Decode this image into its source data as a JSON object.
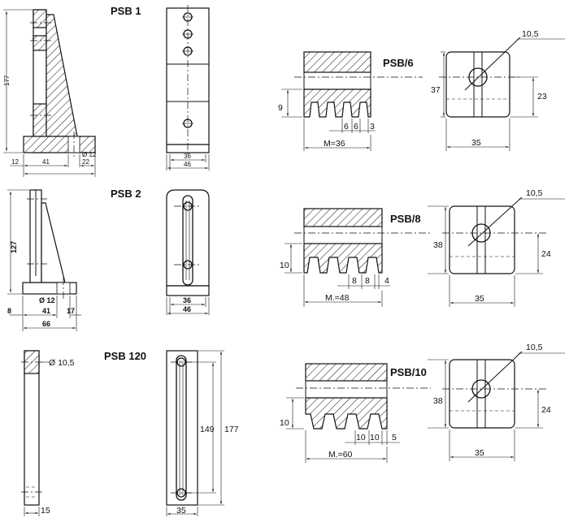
{
  "parts": {
    "psb1": {
      "title": "PSB 1",
      "dims": {
        "height": "177",
        "base_left": "12",
        "base_mid": "41",
        "base_right": "22",
        "hole": "Ø 12",
        "width_inner": "36",
        "width_outer": "46"
      }
    },
    "psb2": {
      "title": "PSB 2",
      "dims": {
        "height": "127",
        "base_left": "8",
        "base_mid": "41",
        "base_right": "17",
        "base_total": "66",
        "hole": "Ø 12",
        "width_inner": "36",
        "width_outer": "46"
      }
    },
    "psb120": {
      "title": "PSB 120",
      "dims": {
        "hole": "Ø 10,5",
        "thickness": "15",
        "height_inner": "149",
        "height_total": "177",
        "width": "35"
      }
    },
    "psb6": {
      "title": "PSB/6",
      "dims": {
        "tooth_height": "9",
        "pitch_a": "6",
        "pitch_b": "6",
        "edge": "3",
        "module": "M=36",
        "hole": "10,5",
        "height": "37",
        "offset": "23",
        "width": "35"
      }
    },
    "psb8": {
      "title": "PSB/8",
      "dims": {
        "tooth_height": "10",
        "pitch_a": "8",
        "pitch_b": "8",
        "edge": "4",
        "module": "M.=48",
        "hole": "10,5",
        "height": "38",
        "offset": "24",
        "width": "35"
      }
    },
    "psb10": {
      "title": "PSB/10",
      "dims": {
        "tooth_height": "10",
        "pitch_a": "10",
        "pitch_b": "10",
        "edge": "5",
        "module": "M.=60",
        "hole": "10,5",
        "height": "38",
        "offset": "24",
        "width": "35"
      }
    }
  }
}
